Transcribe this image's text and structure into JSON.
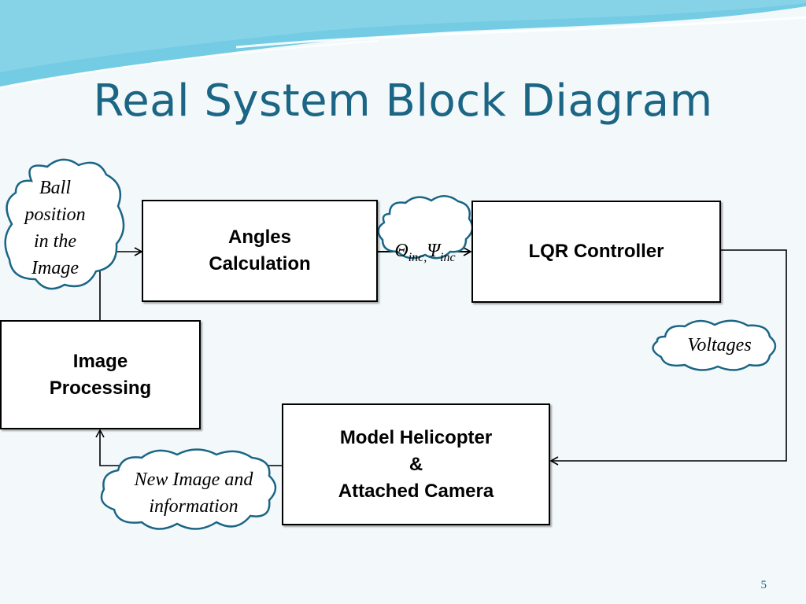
{
  "slide": {
    "title": "Real System Block Diagram",
    "page_number": "5",
    "accent_color": "#1b6585",
    "wave_color": "#5cc3df"
  },
  "blocks": {
    "angles": "Angles\nCalculation",
    "lqr": "LQR Controller",
    "image_processing": "Image\nProcessing",
    "helicopter": "Model Helicopter\n&\nAttached Camera"
  },
  "signals": {
    "ball_position": "Ball\nposition\nin the\nImage",
    "angles_theta": "Θ",
    "angles_theta_sub": "inc,",
    "angles_psi": "Ψ",
    "angles_psi_sub": "inc",
    "voltages": "Voltages",
    "new_image": "New Image and\ninformation"
  }
}
